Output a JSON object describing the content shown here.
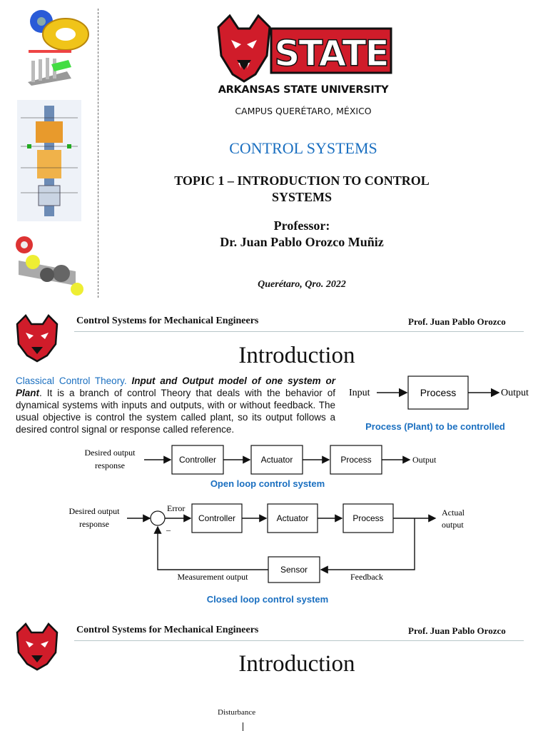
{
  "slide1": {
    "logo_word": "STATE",
    "university": "ARKANSAS STATE UNIVERSITY",
    "campus": "CAMPUS QUERÉTARO, MÉXICO",
    "title": "CONTROL SYSTEMS",
    "topic_line1": "TOPIC 1 – INTRODUCTION TO CONTROL",
    "topic_line2": "SYSTEMS",
    "professor_label": "Professor:",
    "professor_name": "Dr. Juan Pablo Orozco Muñiz",
    "place_date": "Querétaro, Qro. 2022"
  },
  "slide2": {
    "header_left": "Control Systems for Mechanical Engineers",
    "header_right": "Prof. Juan Pablo Orozco",
    "heading": "Introduction",
    "para_term": "Classical Control Theory.",
    "para_italic": "Input and Output model of one system or Plant",
    "para_rest": ". It is a branch of control Theory that deals with the behavior of dynamical systems with inputs and outputs, with or without feedback. The usual objective is control the system called plant, so its output follows a desired control signal or response called reference.",
    "plant_diagram": {
      "input": "Input",
      "process": "Process",
      "output": "Output",
      "caption": "Process (Plant) to be controlled"
    },
    "open_loop": {
      "desired_line1": "Desired output",
      "desired_line2": "response",
      "controller": "Controller",
      "actuator": "Actuator",
      "process": "Process",
      "output": "Output",
      "caption": "Open loop control system"
    },
    "closed_loop": {
      "desired_line1": "Desired output",
      "desired_line2": "response",
      "error": "Error",
      "minus": "–",
      "controller": "Controller",
      "actuator": "Actuator",
      "process": "Process",
      "actual_line1": "Actual",
      "actual_line2": "output",
      "sensor": "Sensor",
      "measurement": "Measurement output",
      "feedback": "Feedback",
      "caption": "Closed loop control system"
    }
  },
  "slide3": {
    "header_left": "Control Systems for Mechanical Engineers",
    "header_right": "Prof. Juan Pablo Orozco",
    "heading": "Introduction",
    "disturbance": "Disturbance"
  },
  "colors": {
    "accent_blue": "#1a6fc0",
    "brand_red": "#d01c2a"
  }
}
